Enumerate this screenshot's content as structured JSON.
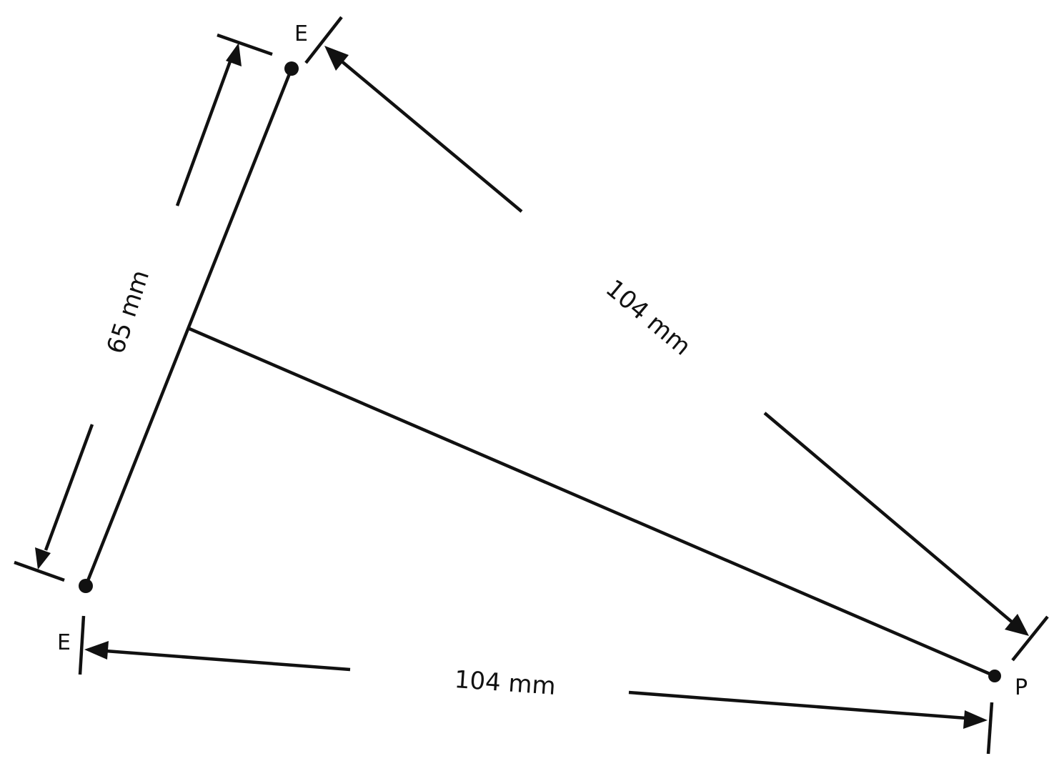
{
  "points": {
    "eye_top": "E",
    "eye_bottom": "E",
    "point_p": "P"
  },
  "dimensions": {
    "eye_separation": "65 mm",
    "top_eye_to_p": "104 mm",
    "bottom_eye_to_p": "104 mm"
  },
  "colors": {
    "ink": "#111111",
    "background": "#ffffff"
  }
}
